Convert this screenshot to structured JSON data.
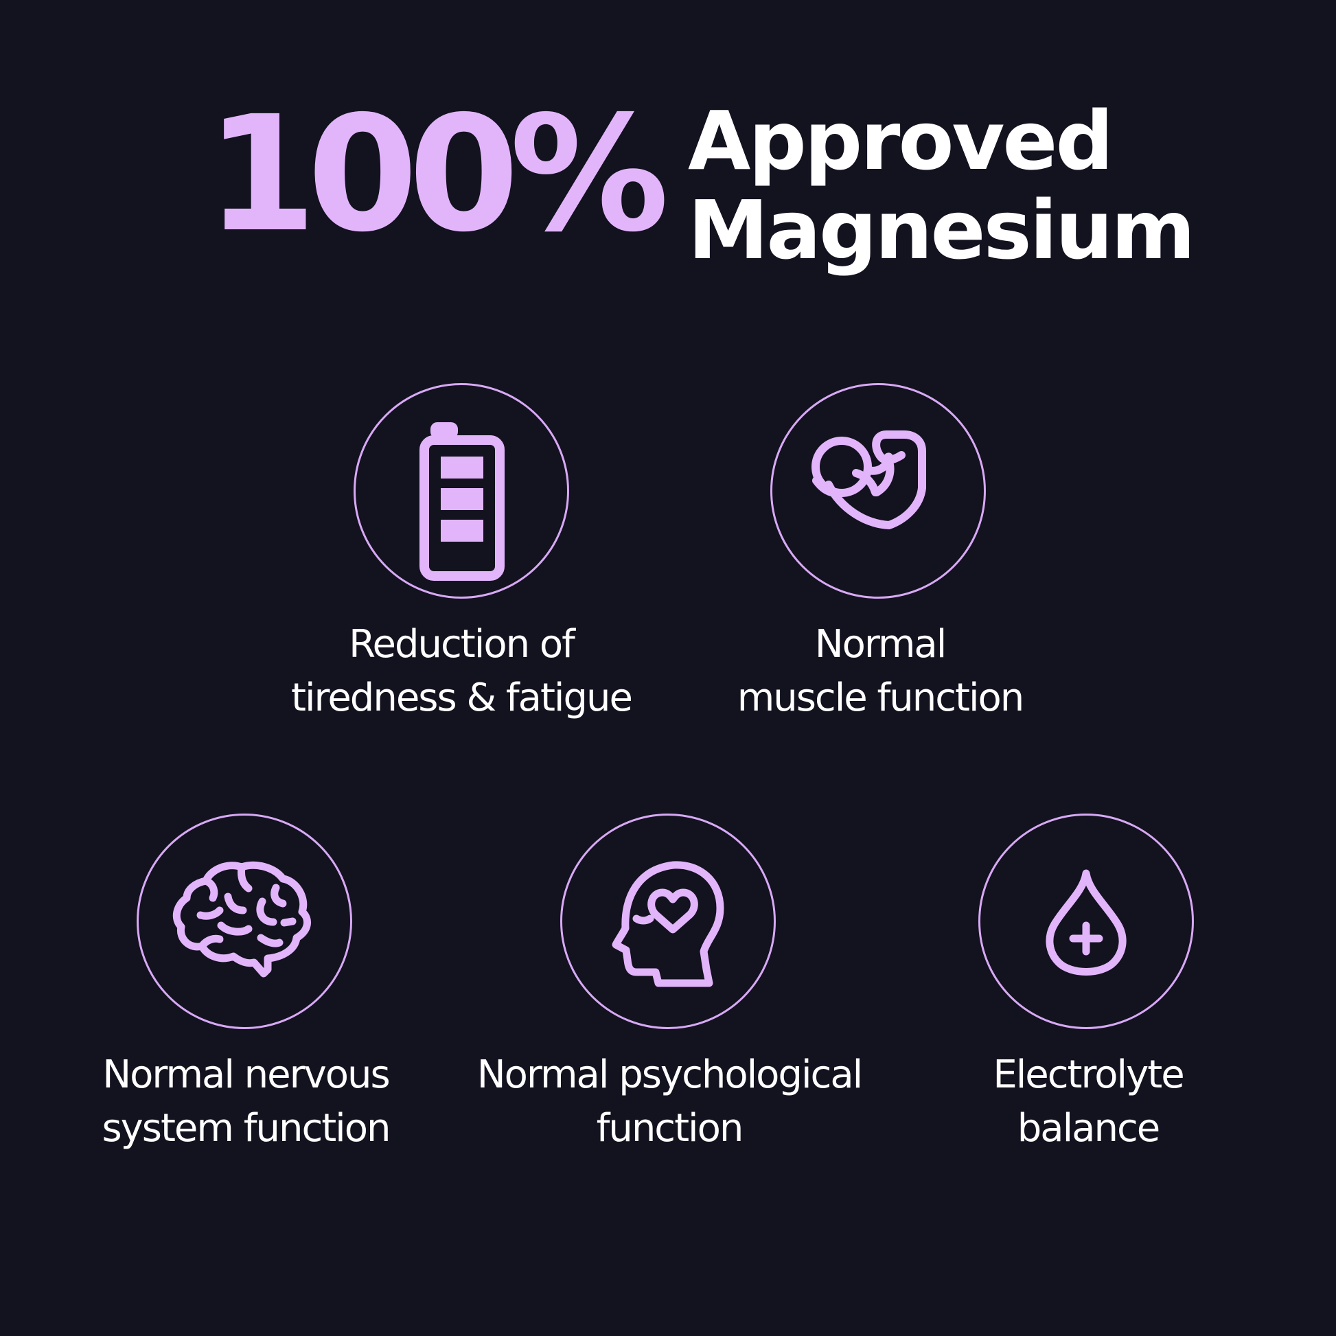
{
  "header": {
    "percent": "100%",
    "title_line1": "Approved",
    "title_line2": "Magnesium"
  },
  "features": [
    {
      "icon": "battery-icon",
      "line1": "Reduction of",
      "line2": "tiredness & fatigue"
    },
    {
      "icon": "flexed-bicep-icon",
      "line1": "Normal",
      "line2": "muscle function"
    },
    {
      "icon": "brain-icon",
      "line1": "Normal nervous",
      "line2": "system function"
    },
    {
      "icon": "head-heart-icon",
      "line1": "Normal psychological",
      "line2": "function"
    },
    {
      "icon": "drop-plus-icon",
      "line1": "Electrolyte",
      "line2": "balance"
    }
  ],
  "colors": {
    "background": "#13121f",
    "accent": "#e2b5fb",
    "circle_stroke": "#d7a9f5",
    "text": "#ffffff"
  }
}
